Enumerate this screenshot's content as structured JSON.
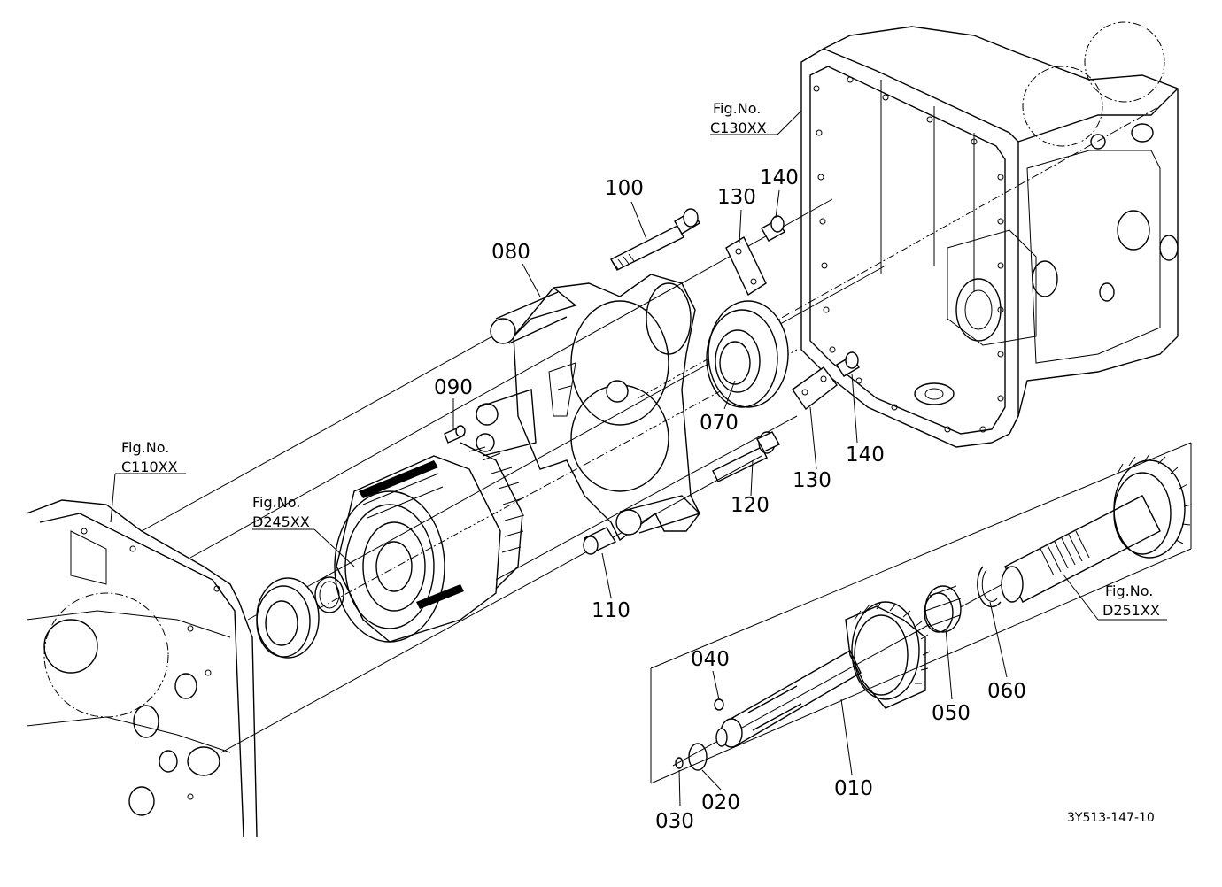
{
  "part_labels": [
    {
      "id": "100",
      "text": "100"
    },
    {
      "id": "130a",
      "text": "130"
    },
    {
      "id": "140a",
      "text": "140"
    },
    {
      "id": "080",
      "text": "080"
    },
    {
      "id": "090",
      "text": "090"
    },
    {
      "id": "070",
      "text": "070"
    },
    {
      "id": "130b",
      "text": "130"
    },
    {
      "id": "140b",
      "text": "140"
    },
    {
      "id": "120",
      "text": "120"
    },
    {
      "id": "110",
      "text": "110"
    },
    {
      "id": "040",
      "text": "040"
    },
    {
      "id": "050",
      "text": "050"
    },
    {
      "id": "060",
      "text": "060"
    },
    {
      "id": "010",
      "text": "010"
    },
    {
      "id": "020",
      "text": "020"
    },
    {
      "id": "030",
      "text": "030"
    }
  ],
  "figure_refs": [
    {
      "id": "c130",
      "label": "Fig.No.",
      "code": "C130XX"
    },
    {
      "id": "c110",
      "label": "Fig.No.",
      "code": "C110XX"
    },
    {
      "id": "d245",
      "label": "Fig.No.",
      "code": "D245XX"
    },
    {
      "id": "d251",
      "label": "Fig.No.",
      "code": "D251XX"
    }
  ],
  "drawing_code": "3Y513-147-10"
}
